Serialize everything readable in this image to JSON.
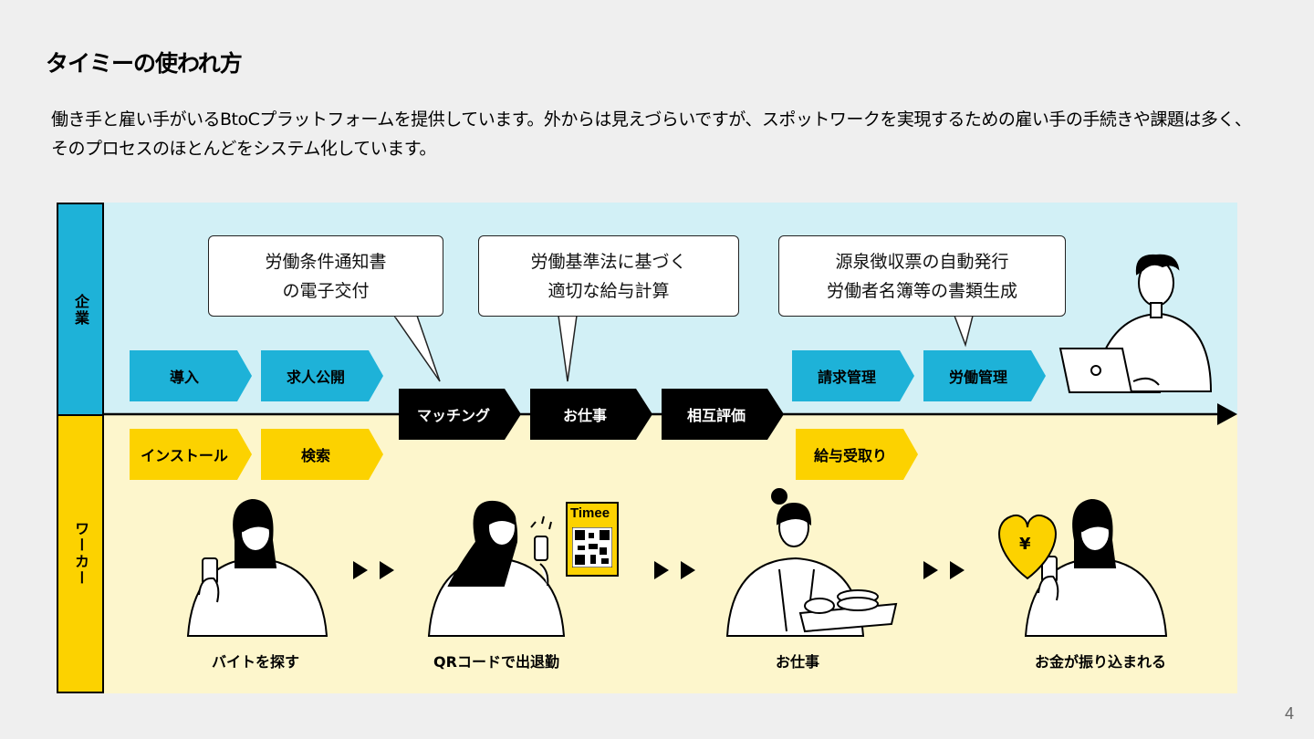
{
  "title": "タイミーの使われ方",
  "description": "働き手と雇い手がいるBtoCプラットフォームを提供しています。外からは見えづらいですが、スポットワークを実現するための雇い手の手続きや課題は多く、そのプロセスのほとんどをシステム化しています。",
  "page_number": "4",
  "lanes": {
    "company": "企業",
    "worker": "ワーカー"
  },
  "callouts": [
    {
      "line1": "労働条件通知書",
      "line2": "の電子交付"
    },
    {
      "line1": "労働基準法に基づく",
      "line2": "適切な給与計算"
    },
    {
      "line1": "源泉徴収票の自動発行",
      "line2": "労働者名簿等の書類生成"
    }
  ],
  "company_steps": [
    "導入",
    "求人公開",
    "請求管理",
    "労働管理"
  ],
  "shared_steps": [
    "マッチング",
    "お仕事",
    "相互評価"
  ],
  "worker_steps": [
    "インストール",
    "検索",
    "給与受取り"
  ],
  "captions": [
    "バイトを探す",
    "QRコードで出退勤",
    "お仕事",
    "お金が振り込まれる"
  ],
  "logo_text": "Timee",
  "heart_symbol": "¥",
  "colors": {
    "company_lane": "#1eb2d8",
    "worker_lane": "#fcd200",
    "company_band": "#d2f0f6",
    "worker_band": "#fdf6cc"
  }
}
